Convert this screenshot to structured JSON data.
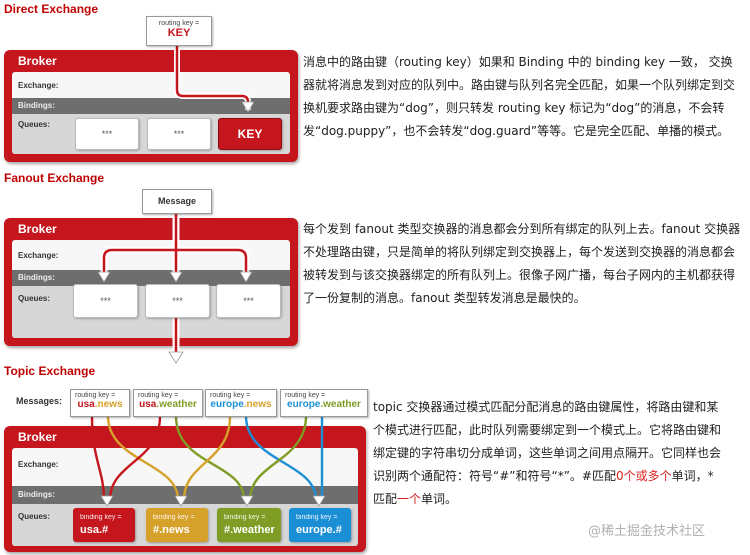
{
  "direct": {
    "title": "Direct Exchange",
    "broker": "Broker",
    "exchange": "Exchange:",
    "bindings": "Bindings:",
    "queues": "Queues:",
    "note_small": "routing key =",
    "note_big": "KEY",
    "queue1": "***",
    "queue2": "***",
    "queue3": "KEY",
    "paragraph": "消息中的路由键（routing key）如果和 Binding 中的 binding key 一致， 交换器就将消息发到对应的队列中。路由键与队列名完全匹配，如果一个队列绑定到交换机要求路由键为“dog”，则只转发 routing key 标记为“dog”的消息，不会转发“dog.puppy”，也不会转发“dog.guard”等等。它是完全匹配、单播的模式。"
  },
  "fanout": {
    "title": "Fanout Exchange",
    "broker": "Broker",
    "exchange": "Exchange:",
    "bindings": "Bindings:",
    "queues": "Queues:",
    "note": "Message",
    "queue1": "***",
    "queue2": "***",
    "queue3": "***",
    "paragraph": "每个发到 fanout 类型交换器的消息都会分到所有绑定的队列上去。fanout 交换器不处理路由键，只是简单的将队列绑定到交换器上，每个发送到交换器的消息都会被转发到与该交换器绑定的所有队列上。很像子网广播，每台子网内的主机都获得了一份复制的消息。fanout 类型转发消息是最快的。"
  },
  "topic": {
    "title": "Topic Exchange",
    "messages_label": "Messages:",
    "broker": "Broker",
    "exchange": "Exchange:",
    "bindings": "Bindings:",
    "queues": "Queues:",
    "notes": [
      {
        "small": "routing key =",
        "a": "usa",
        "b": ".news"
      },
      {
        "small": "routing key =",
        "a": "usa",
        "b": ".weather"
      },
      {
        "small": "routing key =",
        "a": "europe",
        "b": ".news"
      },
      {
        "small": "routing key =",
        "a": "europe",
        "b": ".weather"
      }
    ],
    "queues_list": [
      {
        "small": "binding key =",
        "big": "usa.#",
        "color": "#c4161c"
      },
      {
        "small": "binding key =",
        "big": "#.news",
        "color": "#d6a12a"
      },
      {
        "small": "binding key =",
        "big": "#.weather",
        "color": "#7f9d24"
      },
      {
        "small": "binding key =",
        "big": "europe.#",
        "color": "#1b8fd6"
      }
    ],
    "colors": {
      "usa": "#c4161c",
      "news": "#d6a12a",
      "europe": "#1b8fd6",
      "weather": "#7f9d24"
    },
    "paragraph_part1": "topic 交换器通过模式匹配分配消息的路由键属性，将路由键和某个模式进行匹配，此时队列需要绑定到一个模式上。它将路由键和绑定键的字符串切分成单词，这些单词之间用点隔开。它同样也会识别两个通配符：符号“#”和符号“*”。#匹配",
    "paragraph_hl1": "0个或多个",
    "paragraph_part2": "单词，*匹配",
    "paragraph_hl2": "一个",
    "paragraph_part3": "单词。"
  },
  "watermark": "@稀土掘金技术社区"
}
